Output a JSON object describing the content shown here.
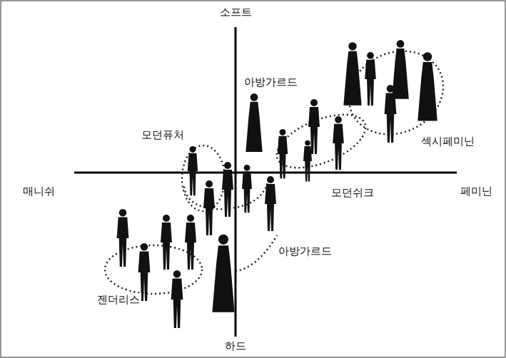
{
  "diagram": {
    "labels": [
      "소프트",
      "아방가르드",
      "모던퓨처",
      "섹시페미닌",
      "매니쉬",
      "페미닌",
      "모던쉬크",
      "아방가르드",
      "젠더리스",
      "하드"
    ]
  }
}
